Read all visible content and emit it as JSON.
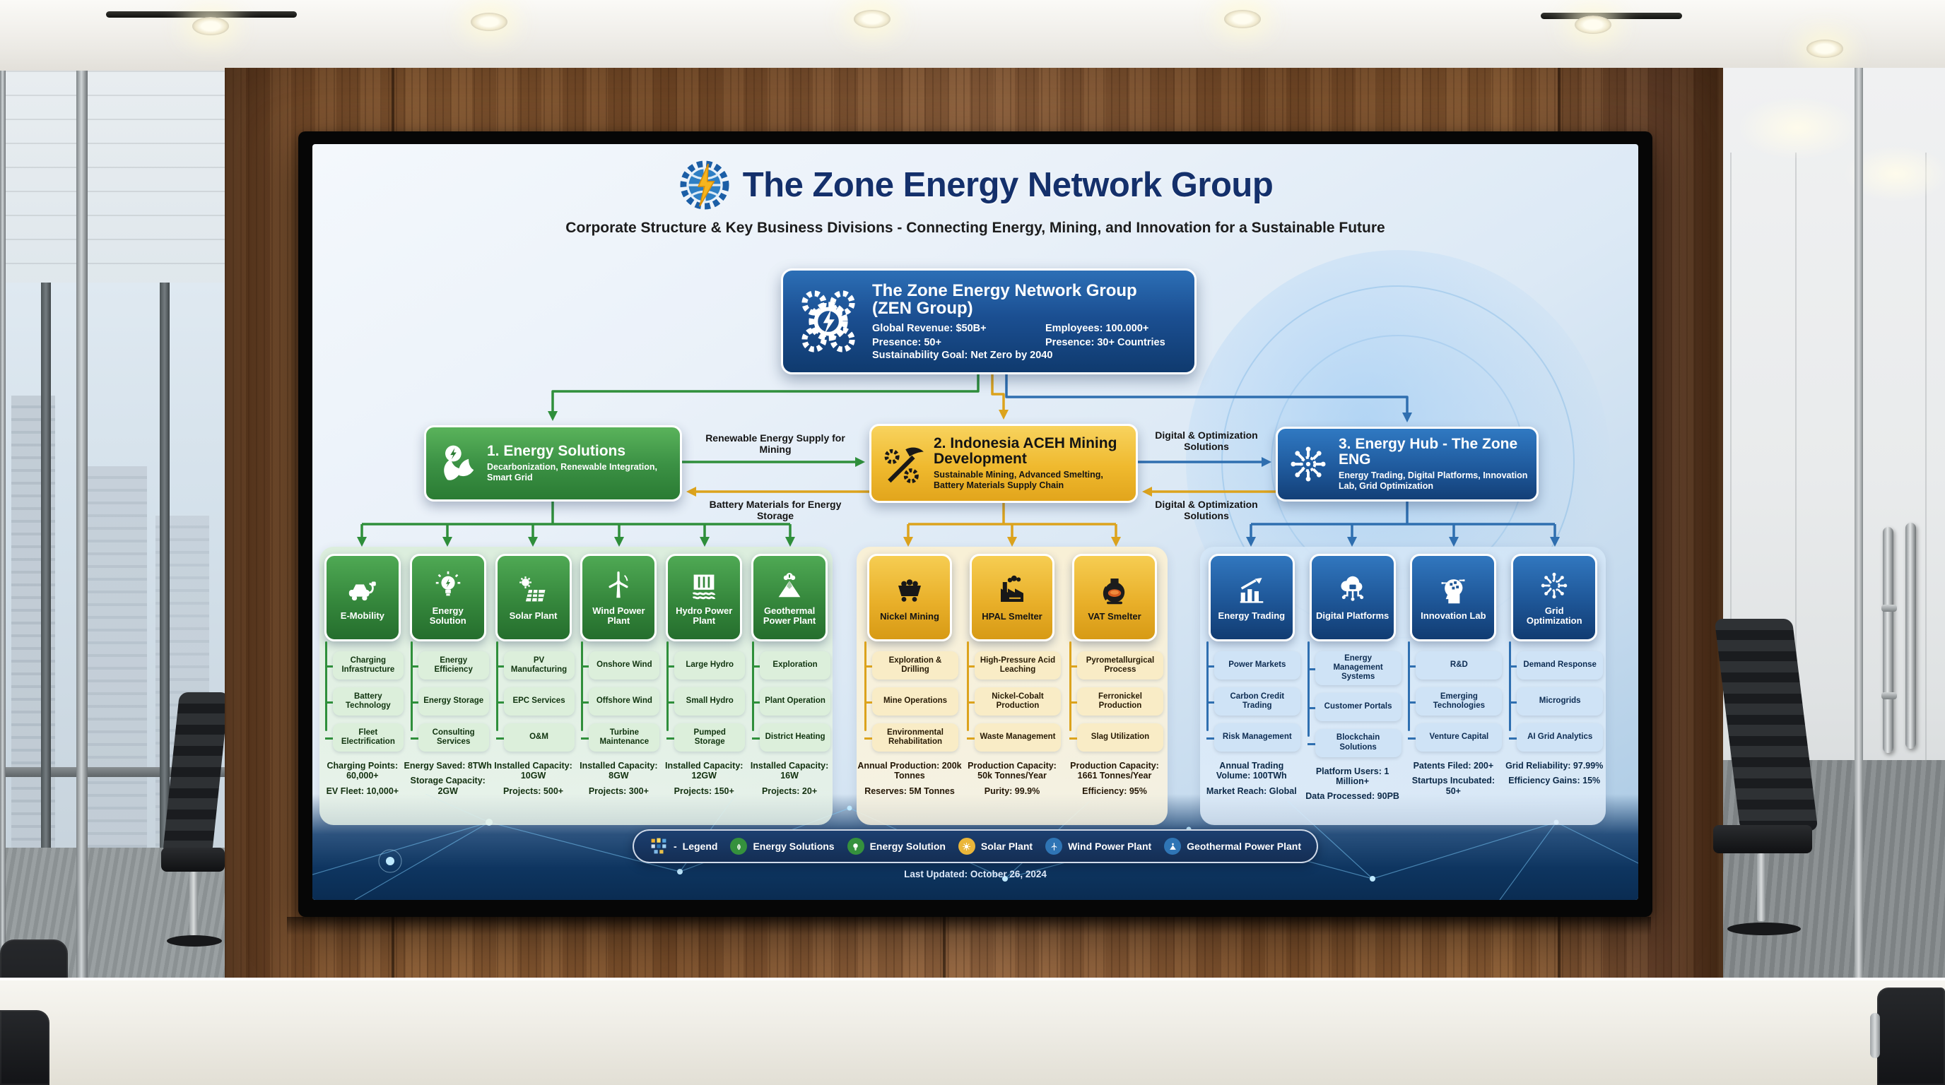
{
  "screen": {
    "title": "The Zone Energy Network Group",
    "subtitle": "Corporate Structure & Key Business Divisions - Connecting Energy, Mining, and Innovation for a Sustainable Future",
    "root": {
      "name": "The Zone Energy Network Group",
      "short": "(ZEN Group)",
      "stats": [
        "Global Revenue: $50B+",
        "Employees: 100.000+",
        "Presence: 50+",
        "Presence: 30+ Countries",
        "Sustainability Goal: Net Zero by 2040"
      ]
    },
    "divisions": [
      {
        "title": "1. Energy Solutions",
        "subtitle": "Decarbonization, Renewable Integration, Smart Grid"
      },
      {
        "title": "2. Indonesia ACEH Mining Development",
        "subtitle": "Sustainable Mining, Advanced Smelting, Battery Materials Supply Chain"
      },
      {
        "title": "3. Energy Hub - The Zone ENG",
        "subtitle": "Energy Trading, Digital Platforms, Innovation Lab, Grid Optimization"
      }
    ],
    "flows": {
      "green_to_yellow": "Renewable Energy Supply for Mining",
      "yellow_to_green": "Battery Materials for Energy Storage",
      "yellow_to_blue": "Digital & Optimization Solutions",
      "blue_to_yellow": "Digital & Optimization Solutions"
    },
    "green_columns": [
      {
        "name": "E-Mobility",
        "items": [
          "Charging Infrastructure",
          "Battery Technology",
          "Fleet Electrification"
        ],
        "stats": [
          "Charging Points: 60,000+",
          "EV Fleet: 10,000+"
        ]
      },
      {
        "name": "Energy Solution",
        "items": [
          "Energy Efficiency",
          "Energy Storage",
          "Consulting Services"
        ],
        "stats": [
          "Energy Saved: 8TWh",
          "Storage Capacity: 2GW"
        ]
      },
      {
        "name": "Solar Plant",
        "items": [
          "PV Manufacturing",
          "EPC Services",
          "O&M"
        ],
        "stats": [
          "Installed Capacity: 10GW",
          "Projects: 500+"
        ]
      },
      {
        "name": "Wind Power Plant",
        "items": [
          "Onshore Wind",
          "Offshore Wind",
          "Turbine Maintenance"
        ],
        "stats": [
          "Installed Capacity: 8GW",
          "Projects: 300+"
        ]
      },
      {
        "name": "Hydro Power Plant",
        "items": [
          "Large Hydro",
          "Small Hydro",
          "Pumped Storage"
        ],
        "stats": [
          "Installed Capacity: 12GW",
          "Projects: 150+"
        ]
      },
      {
        "name": "Geothermal Power Plant",
        "items": [
          "Exploration",
          "Plant Operation",
          "District Heating"
        ],
        "stats": [
          "Installed Capacity: 16W",
          "Projects: 20+"
        ]
      }
    ],
    "yellow_columns": [
      {
        "name": "Nickel Mining",
        "items": [
          "Exploration & Drilling",
          "Mine Operations",
          "Environmental Rehabilitation"
        ],
        "stats": [
          "Annual Production: 200k Tonnes",
          "Reserves: 5M Tonnes"
        ]
      },
      {
        "name": "HPAL Smelter",
        "items": [
          "High-Pressure Acid Leaching",
          "Nickel-Cobalt Production",
          "Waste Management"
        ],
        "stats": [
          "Production Capacity: 50k Tonnes/Year",
          "Purity: 99.9%"
        ]
      },
      {
        "name": "VAT Smelter",
        "items": [
          "Pyrometallurgical Process",
          "Ferronickel Production",
          "Slag Utilization"
        ],
        "stats": [
          "Production Capacity: 1661 Tonnes/Year",
          "Efficiency: 95%"
        ]
      }
    ],
    "blue_columns": [
      {
        "name": "Energy Trading",
        "items": [
          "Power Markets",
          "Carbon Credit Trading",
          "Risk Management"
        ],
        "stats": [
          "Annual Trading Volume: 100TWh",
          "Market Reach: Global"
        ]
      },
      {
        "name": "Digital Platforms",
        "items": [
          "Energy Management Systems",
          "Customer Portals",
          "Blockchain Solutions"
        ],
        "stats": [
          "Platform Users: 1 Million+",
          "Data Processed: 90PB"
        ]
      },
      {
        "name": "Innovation Lab",
        "items": [
          "R&D",
          "Emerging Technologies",
          "Venture Capital"
        ],
        "stats": [
          "Patents Filed: 200+",
          "Startups Incubated: 50+"
        ]
      },
      {
        "name": "Grid Optimization",
        "items": [
          "Demand Response",
          "Microgrids",
          "AI Grid Analytics"
        ],
        "stats": [
          "Grid Reliability: 97.99%",
          "Efficiency Gains: 15%"
        ]
      }
    ],
    "legend": {
      "label": "Legend",
      "dash": "-",
      "items": [
        {
          "label": "Energy Solutions",
          "color": "#35913d"
        },
        {
          "label": "Energy Solution",
          "color": "#35913d"
        },
        {
          "label": "Solar Plant",
          "color": "#eab63a"
        },
        {
          "label": "Wind Power Plant",
          "color": "#2f75b5"
        },
        {
          "label": "Geothermal Power Plant",
          "color": "#2f75b5"
        }
      ]
    },
    "footer": "Last Updated: October 26, 2024",
    "colors": {
      "title_navy": "#14306b",
      "division_green": "#2a7b33",
      "division_gold": "#e2a51c",
      "division_blue": "#133f77",
      "connector_green": "#2f8f3b",
      "connector_gold": "#dca31d",
      "connector_blue": "#2f6fb0",
      "legend_bg": "#16345f"
    },
    "icons": {
      "logo": "gear-globe-lightning",
      "root": "gears-lightning",
      "divisions": [
        "leaf-lightning",
        "pickaxe-gears",
        "network-hub"
      ],
      "green": [
        "ev-car-plug",
        "lightbulb-lightning",
        "solar-panel-sun",
        "wind-turbine",
        "hydro-dam",
        "geothermal-volcano"
      ],
      "yellow": [
        "mine-cart",
        "smelter-factory",
        "vat-crucible"
      ],
      "blue": [
        "trading-chart",
        "cloud-platform",
        "innovation-head",
        "grid-network"
      ],
      "legend": [
        "pixel-logo",
        "leaf",
        "lightbulb",
        "solar-sun",
        "wind-turbine",
        "geothermal-mountain"
      ]
    }
  }
}
